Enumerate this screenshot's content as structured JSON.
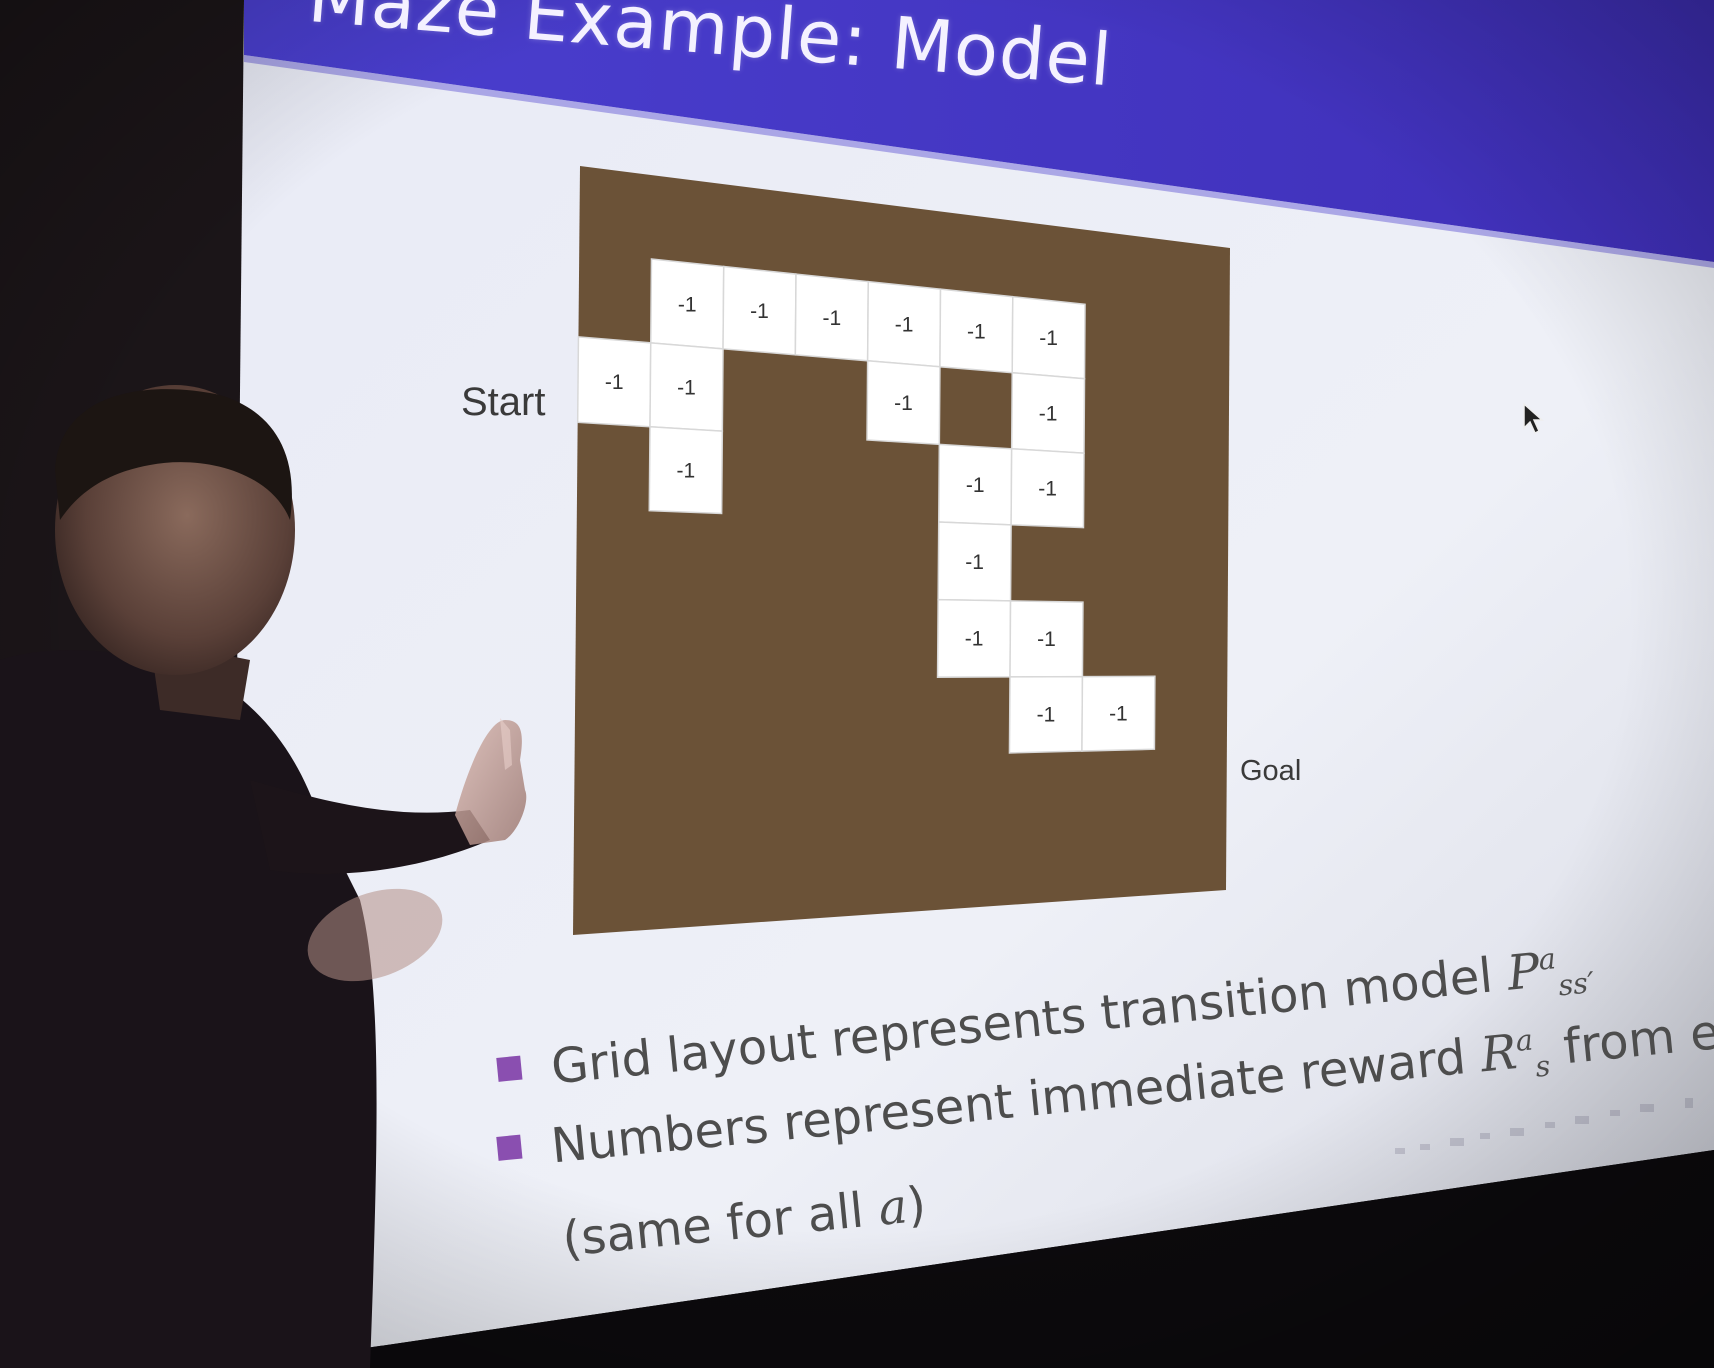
{
  "slide": {
    "title": "Maze Example: Model",
    "start_label": "Start",
    "goal_label": "Goal",
    "cell_value": "-1",
    "bullet1_text": "Grid layout represents transition model ",
    "bullet1_math": "P",
    "bullet1_sup": "a",
    "bullet1_sub": "ss′",
    "bullet2_text": "Numbers represent immediate reward ",
    "bullet2_math": "R",
    "bullet2_sup": "a",
    "bullet2_sub": "s",
    "bullet2_tail": " from each state s",
    "bullet3_text": "(same for all ",
    "bullet3_math": "a",
    "bullet3_tail": ")"
  },
  "colors": {
    "title_bar": "#4a34c4",
    "maze_wall": "#6b5237",
    "cell": "#ffffff",
    "bullet": "#8a4fb0"
  },
  "maze_cells": [
    {
      "row": 0,
      "col": 1,
      "value": "-1"
    },
    {
      "row": 0,
      "col": 2,
      "value": "-1"
    },
    {
      "row": 0,
      "col": 3,
      "value": "-1"
    },
    {
      "row": 0,
      "col": 4,
      "value": "-1"
    },
    {
      "row": 0,
      "col": 5,
      "value": "-1"
    },
    {
      "row": 0,
      "col": 6,
      "value": "-1"
    },
    {
      "row": 1,
      "col": 0,
      "value": "-1"
    },
    {
      "row": 1,
      "col": 1,
      "value": "-1"
    },
    {
      "row": 1,
      "col": 4,
      "value": "-1"
    },
    {
      "row": 1,
      "col": 6,
      "value": "-1"
    },
    {
      "row": 2,
      "col": 1,
      "value": "-1"
    },
    {
      "row": 2,
      "col": 5,
      "value": "-1"
    },
    {
      "row": 2,
      "col": 6,
      "value": "-1"
    },
    {
      "row": 3,
      "col": 5,
      "value": "-1"
    },
    {
      "row": 4,
      "col": 5,
      "value": "-1"
    },
    {
      "row": 4,
      "col": 6,
      "value": "-1"
    },
    {
      "row": 5,
      "col": 6,
      "value": "-1"
    },
    {
      "row": 5,
      "col": 7,
      "value": "-1"
    }
  ]
}
